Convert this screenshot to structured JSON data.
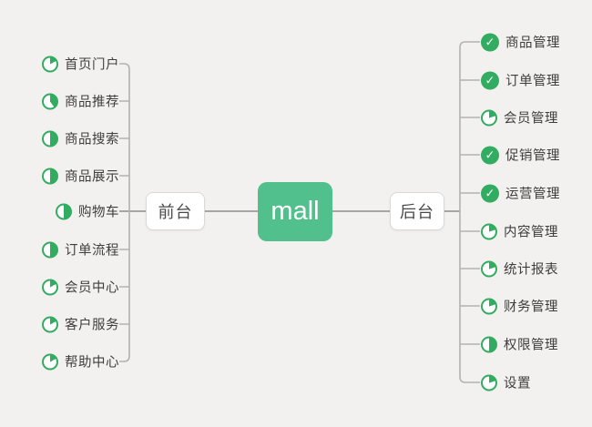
{
  "root": {
    "label": "mall"
  },
  "branches": [
    {
      "label": "前台",
      "side": "left",
      "items": [
        {
          "label": "首页门户",
          "progress": 0.17
        },
        {
          "label": "商品推荐",
          "progress": 0.4
        },
        {
          "label": "商品搜索",
          "progress": 0.5
        },
        {
          "label": "商品展示",
          "progress": 0.5
        },
        {
          "label": "购物车",
          "progress": 0.5
        },
        {
          "label": "订单流程",
          "progress": 0.5
        },
        {
          "label": "会员中心",
          "progress": 0.17
        },
        {
          "label": "客户服务",
          "progress": 0.17
        },
        {
          "label": "帮助中心",
          "progress": 0.17
        }
      ]
    },
    {
      "label": "后台",
      "side": "right",
      "items": [
        {
          "label": "商品管理",
          "progress": 1
        },
        {
          "label": "订单管理",
          "progress": 1
        },
        {
          "label": "会员管理",
          "progress": 0.2
        },
        {
          "label": "促销管理",
          "progress": 1
        },
        {
          "label": "运营管理",
          "progress": 1
        },
        {
          "label": "内容管理",
          "progress": 0.2
        },
        {
          "label": "统计报表",
          "progress": 0.2
        },
        {
          "label": "财务管理",
          "progress": 0.2
        },
        {
          "label": "权限管理",
          "progress": 0.5
        },
        {
          "label": "设置",
          "progress": 0.2
        }
      ]
    }
  ],
  "colors": {
    "bg": "#f2f1ef",
    "accent": "#52c08c",
    "icon-green": "#31ac60",
    "line": "#b3b2b0",
    "line-main": "#a6a5a3",
    "text": "#3e3e3e"
  }
}
